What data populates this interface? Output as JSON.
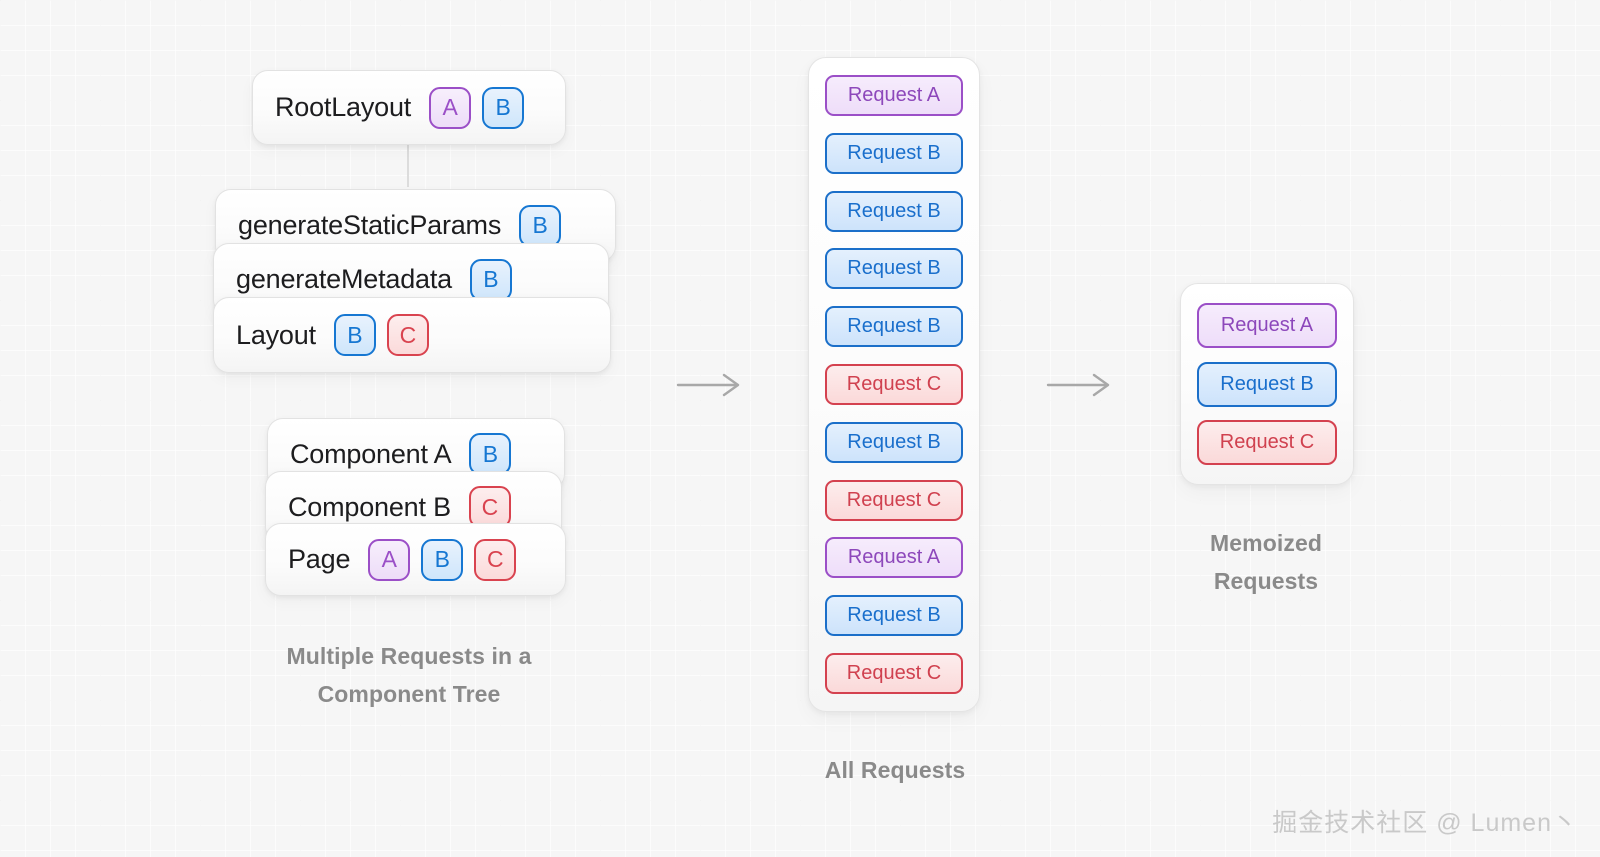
{
  "tree": {
    "groups": [
      {
        "name": "root-group",
        "nodes": [
          {
            "label": "RootLayout",
            "badges": [
              "A",
              "B"
            ]
          }
        ]
      },
      {
        "name": "layout-group",
        "nodes": [
          {
            "label": "generateStaticParams",
            "badges": [
              "B"
            ]
          },
          {
            "label": "generateMetadata",
            "badges": [
              "B"
            ]
          },
          {
            "label": "Layout",
            "badges": [
              "B",
              "C"
            ]
          }
        ]
      },
      {
        "name": "page-group",
        "nodes": [
          {
            "label": "Component A",
            "badges": [
              "B"
            ]
          },
          {
            "label": "Component B",
            "badges": [
              "C"
            ]
          },
          {
            "label": "Page",
            "badges": [
              "A",
              "B",
              "C"
            ]
          }
        ]
      }
    ],
    "caption_line1": "Multiple Requests in a",
    "caption_line2": "Component Tree"
  },
  "all_requests": {
    "caption": "All  Requests",
    "items": [
      "Request A",
      "Request B",
      "Request B",
      "Request B",
      "Request B",
      "Request C",
      "Request B",
      "Request C",
      "Request A",
      "Request B",
      "Request C"
    ],
    "kinds": [
      "a",
      "b",
      "b",
      "b",
      "b",
      "c",
      "b",
      "c",
      "a",
      "b",
      "c"
    ]
  },
  "memoized_requests": {
    "caption_line1": "Memoized",
    "caption_line2": "Requests",
    "items": [
      "Request A",
      "Request B",
      "Request C"
    ],
    "kinds": [
      "a",
      "b",
      "c"
    ]
  },
  "arrows": {
    "first": "arrow-right",
    "second": "arrow-right"
  },
  "watermark": "掘金技术社区 @ Lumen丶",
  "colors": {
    "request_a": "#9b4fc7",
    "request_b": "#1677d2",
    "request_c": "#d9434f",
    "caption": "#8a8a8a",
    "background": "#f6f6f6",
    "arrow": "#a8a8a8"
  }
}
